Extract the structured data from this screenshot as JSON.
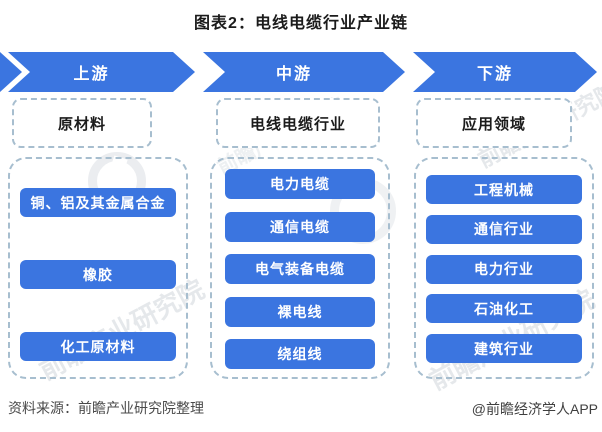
{
  "title": "图表2：电线电缆行业产业链",
  "stages": [
    {
      "label": "上游"
    },
    {
      "label": "中游"
    },
    {
      "label": "下游"
    }
  ],
  "columns": [
    {
      "header": "原材料",
      "items": [
        "铜、铝及其金属合金",
        "橡胶",
        "化工原材料"
      ]
    },
    {
      "header": "电线电缆行业",
      "items": [
        "电力电缆",
        "通信电缆",
        "电气装备电缆",
        "裸电线",
        "绕组线"
      ]
    },
    {
      "header": "应用领域",
      "items": [
        "工程机械",
        "通信行业",
        "电力行业",
        "石油化工",
        "建筑行业"
      ]
    }
  ],
  "footer": {
    "source": "资料来源：前瞻产业研究院整理",
    "credit": "@前瞻经济学人APP"
  },
  "watermark": {
    "text": "前瞻产业研究院"
  },
  "colors": {
    "accent_blue": "#3B75E0",
    "dashed_border": "#A7BECF",
    "title_ink": "#1B1B1B",
    "footer_ink": "#4A4A4A"
  }
}
